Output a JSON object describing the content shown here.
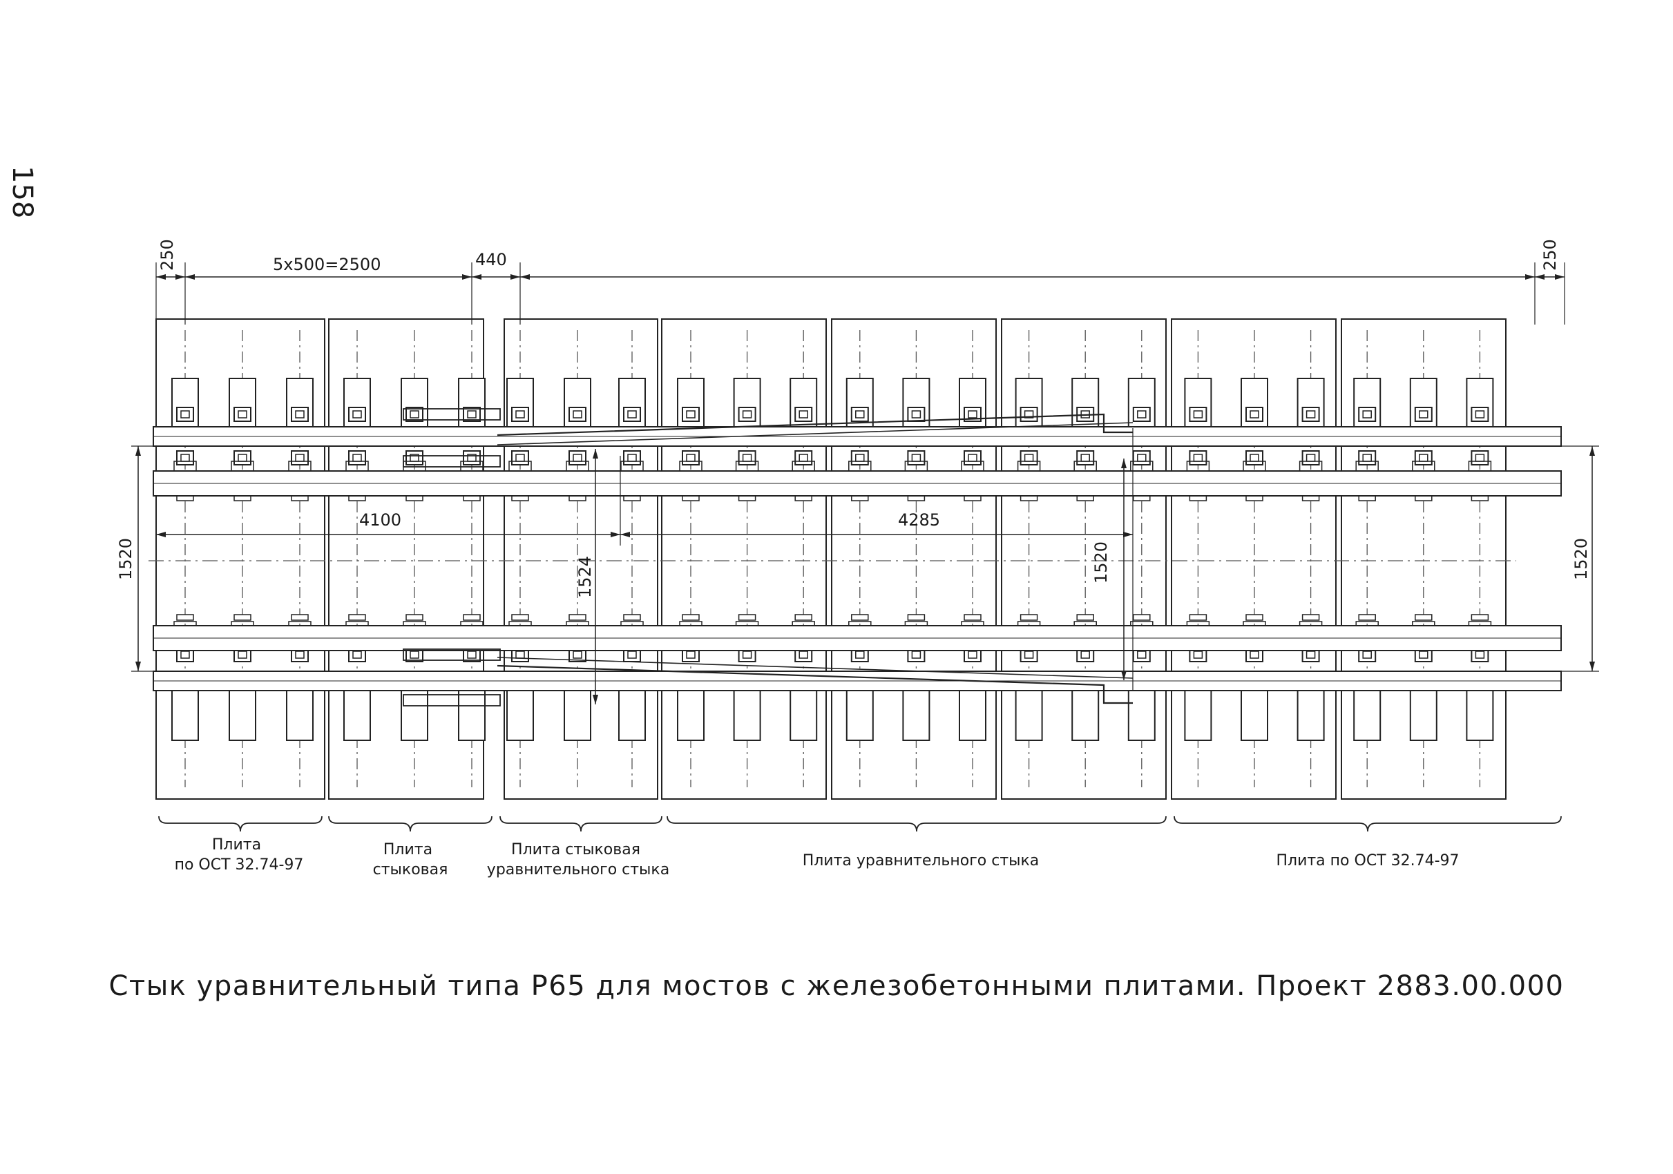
{
  "page": {
    "number": "158"
  },
  "caption": "Стык уравнительный типа Р65 для мостов с железобетонными плитами. Проект 2883.00.000",
  "dimensions": {
    "top_left_edge": "250",
    "top_spacing": "5x500=2500",
    "top_gap": "440",
    "top_right_edge": "250",
    "gauge_left": "1520",
    "gauge_right": "1520",
    "gauge_mid_right": "1520",
    "gauge_mid": "1524",
    "length_left": "4100",
    "length_right": "4285"
  },
  "slab_labels": [
    {
      "lines": [
        "Плита",
        "по ОСТ 32.74-97"
      ]
    },
    {
      "lines": [
        "Плита",
        "стыковая"
      ]
    },
    {
      "lines": [
        "Плита стыковая",
        "уравнительного стыка"
      ]
    },
    {
      "lines": [
        "Плита уравнительного стыка"
      ]
    },
    {
      "lines": [
        "Плита по ОСТ 32.74-97"
      ]
    }
  ]
}
